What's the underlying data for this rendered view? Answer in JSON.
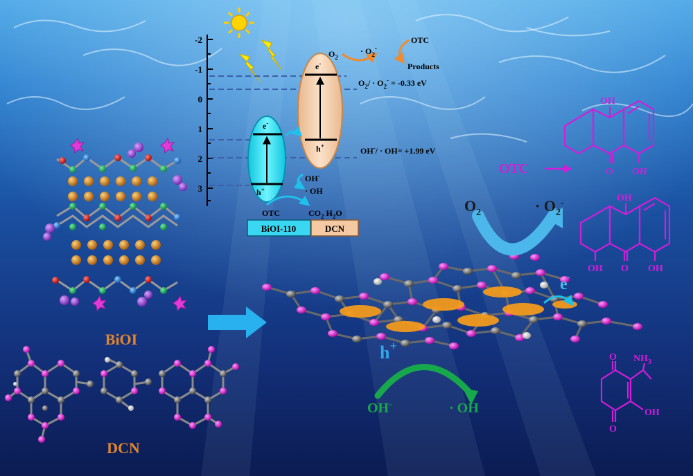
{
  "energy_axis": {
    "ticks": [
      "-2",
      "-1",
      "0",
      "1",
      "2",
      "3"
    ]
  },
  "bands": {
    "bioi": {
      "electron": "e",
      "electron_sup": "-",
      "hole": "h",
      "hole_sup": "+"
    },
    "dcn": {
      "electron": "e",
      "electron_sup": "-",
      "hole": "h",
      "hole_sup": "+"
    }
  },
  "potentials": {
    "o2_line": "O",
    "o2_line_rest": "/ · O",
    "o2_value": " = -0.33 eV",
    "oh_line": "OH",
    "oh_line_rest": "/ · OH= +1.99 eV"
  },
  "reactions": {
    "o2": "O",
    "o2_radical": "· O",
    "otc": "OTC",
    "products": "Products",
    "oh_minus": "OH",
    "oh_radical": "· OH",
    "otc_bottom": "OTC",
    "co2_h2o": "CO",
    "h2o": "H",
    "o_letter": "O"
  },
  "legend_boxes": {
    "bioi": "BiOI-110",
    "dcn": "DCN"
  },
  "labels": {
    "bioi_crystal": "BiOI",
    "dcn_structure": "DCN",
    "otc_main": "OTC",
    "sheet_o2": "O",
    "sheet_o2_radical": "· O",
    "sheet_electron": "e",
    "sheet_hole": "h",
    "sheet_hole_sup": "+",
    "sheet_oh_minus": "OH",
    "sheet_oh_radical": "· OH"
  },
  "molecules": {
    "oh": "OH",
    "o": "O",
    "nh3": "NH",
    "nh3_sub": "3"
  },
  "colors": {
    "magenta": "#d11ed9",
    "cyan": "#33c3f2",
    "orange": "#f28a2a",
    "green": "#18a84c",
    "label_orange": "#d97a26",
    "bioi_band": "#19e3f5",
    "dcn_band": "#f4cfa9"
  }
}
